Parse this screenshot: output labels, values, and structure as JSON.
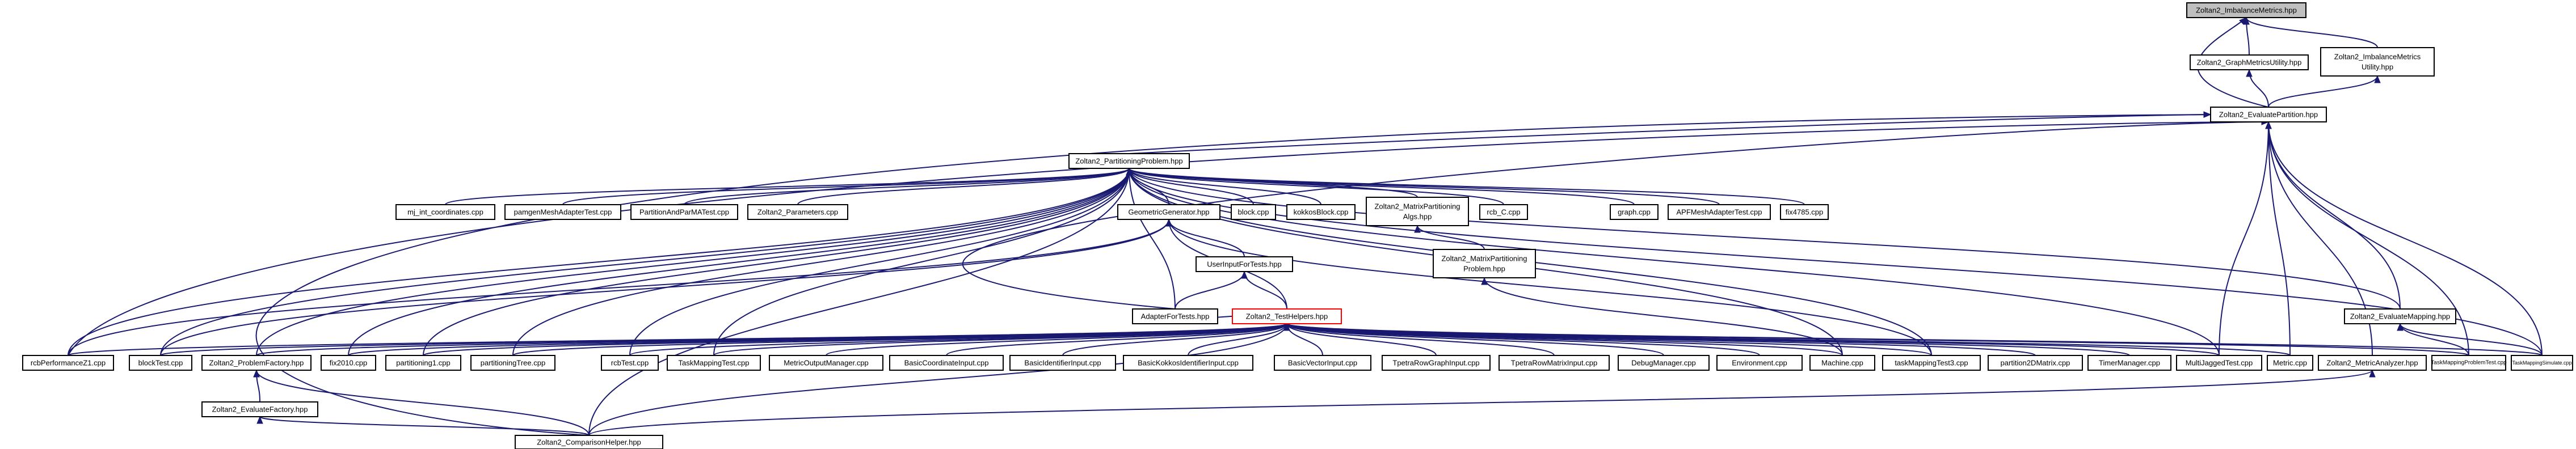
{
  "graph": {
    "nodes": {
      "imbalance_metrics": "Zoltan2_ImbalanceMetrics.hpp",
      "graph_metrics_utility": "Zoltan2_GraphMetricsUtility.hpp",
      "imbalance_metrics_utility": [
        "Zoltan2_ImbalanceMetrics",
        "Utility.hpp"
      ],
      "evaluate_partition": "Zoltan2_EvaluatePartition.hpp",
      "partitioning_problem": "Zoltan2_PartitioningProblem.hpp",
      "mj_int_coordinates": "mj_int_coordinates.cpp",
      "pamgen_mesh_adapter_test": "pamgenMeshAdapterTest.cpp",
      "partition_and_par_ma_test": "PartitionAndParMATest.cpp",
      "zoltan2_parameters": "Zoltan2_Parameters.cpp",
      "geometric_generator": "GeometricGenerator.hpp",
      "block": "block.cpp",
      "kokkos_block": "kokkosBlock.cpp",
      "matrix_partitioning_algs": [
        "Zoltan2_MatrixPartitioning",
        "Algs.hpp"
      ],
      "rcb_c": "rcb_C.cpp",
      "graph": "graph.cpp",
      "apf_mesh_adapter_test": "APFMeshAdapterTest.cpp",
      "fix4785": "fix4785.cpp",
      "user_input_for_tests": "UserInputForTests.hpp",
      "matrix_partitioning_problem": [
        "Zoltan2_MatrixPartitioning",
        "Problem.hpp"
      ],
      "adapter_for_tests": "AdapterForTests.hpp",
      "test_helpers": "Zoltan2_TestHelpers.hpp",
      "evaluate_mapping": "Zoltan2_EvaluateMapping.hpp",
      "rcb_performance_z1": "rcbPerformanceZ1.cpp",
      "block_test": "blockTest.cpp",
      "problem_factory": "Zoltan2_ProblemFactory.hpp",
      "fix2010": "fix2010.cpp",
      "partitioning1": "partitioning1.cpp",
      "partitioning_tree": "partitioningTree.cpp",
      "rcb_test": "rcbTest.cpp",
      "task_mapping_test": "TaskMappingTest.cpp",
      "metric_output_manager": "MetricOutputManager.cpp",
      "basic_coordinate_input": "BasicCoordinateInput.cpp",
      "basic_identifier_input": "BasicIdentifierInput.cpp",
      "basic_kokkos_identifier_input": "BasicKokkosIdentifierInput.cpp",
      "basic_vector_input": "BasicVectorInput.cpp",
      "tpetra_row_graph_input": "TpetraRowGraphInput.cpp",
      "tpetra_row_matrix_input": "TpetraRowMatrixInput.cpp",
      "debug_manager": "DebugManager.cpp",
      "environment": "Environment.cpp",
      "machine": "Machine.cpp",
      "task_mapping_test3": "taskMappingTest3.cpp",
      "partition_2d_matrix": "partition2DMatrix.cpp",
      "timer_manager": "TimerManager.cpp",
      "multi_jagged_test": "MultiJaggedTest.cpp",
      "metric": "Metric.cpp",
      "metric_analyzer": "Zoltan2_MetricAnalyzer.hpp",
      "task_mapping_problem_test": "TaskMappingProblemTest.cpp",
      "task_mapping_simulate": "TaskMappingSimulate.cpp",
      "evaluate_factory": "Zoltan2_EvaluateFactory.hpp",
      "comparison_helper": "Zoltan2_ComparisonHelper.hpp"
    },
    "colors": {
      "edge": "#191970",
      "node_border": "#000000",
      "root_fill": "#bfbfbf",
      "highlight_border": "#ff0000"
    }
  }
}
